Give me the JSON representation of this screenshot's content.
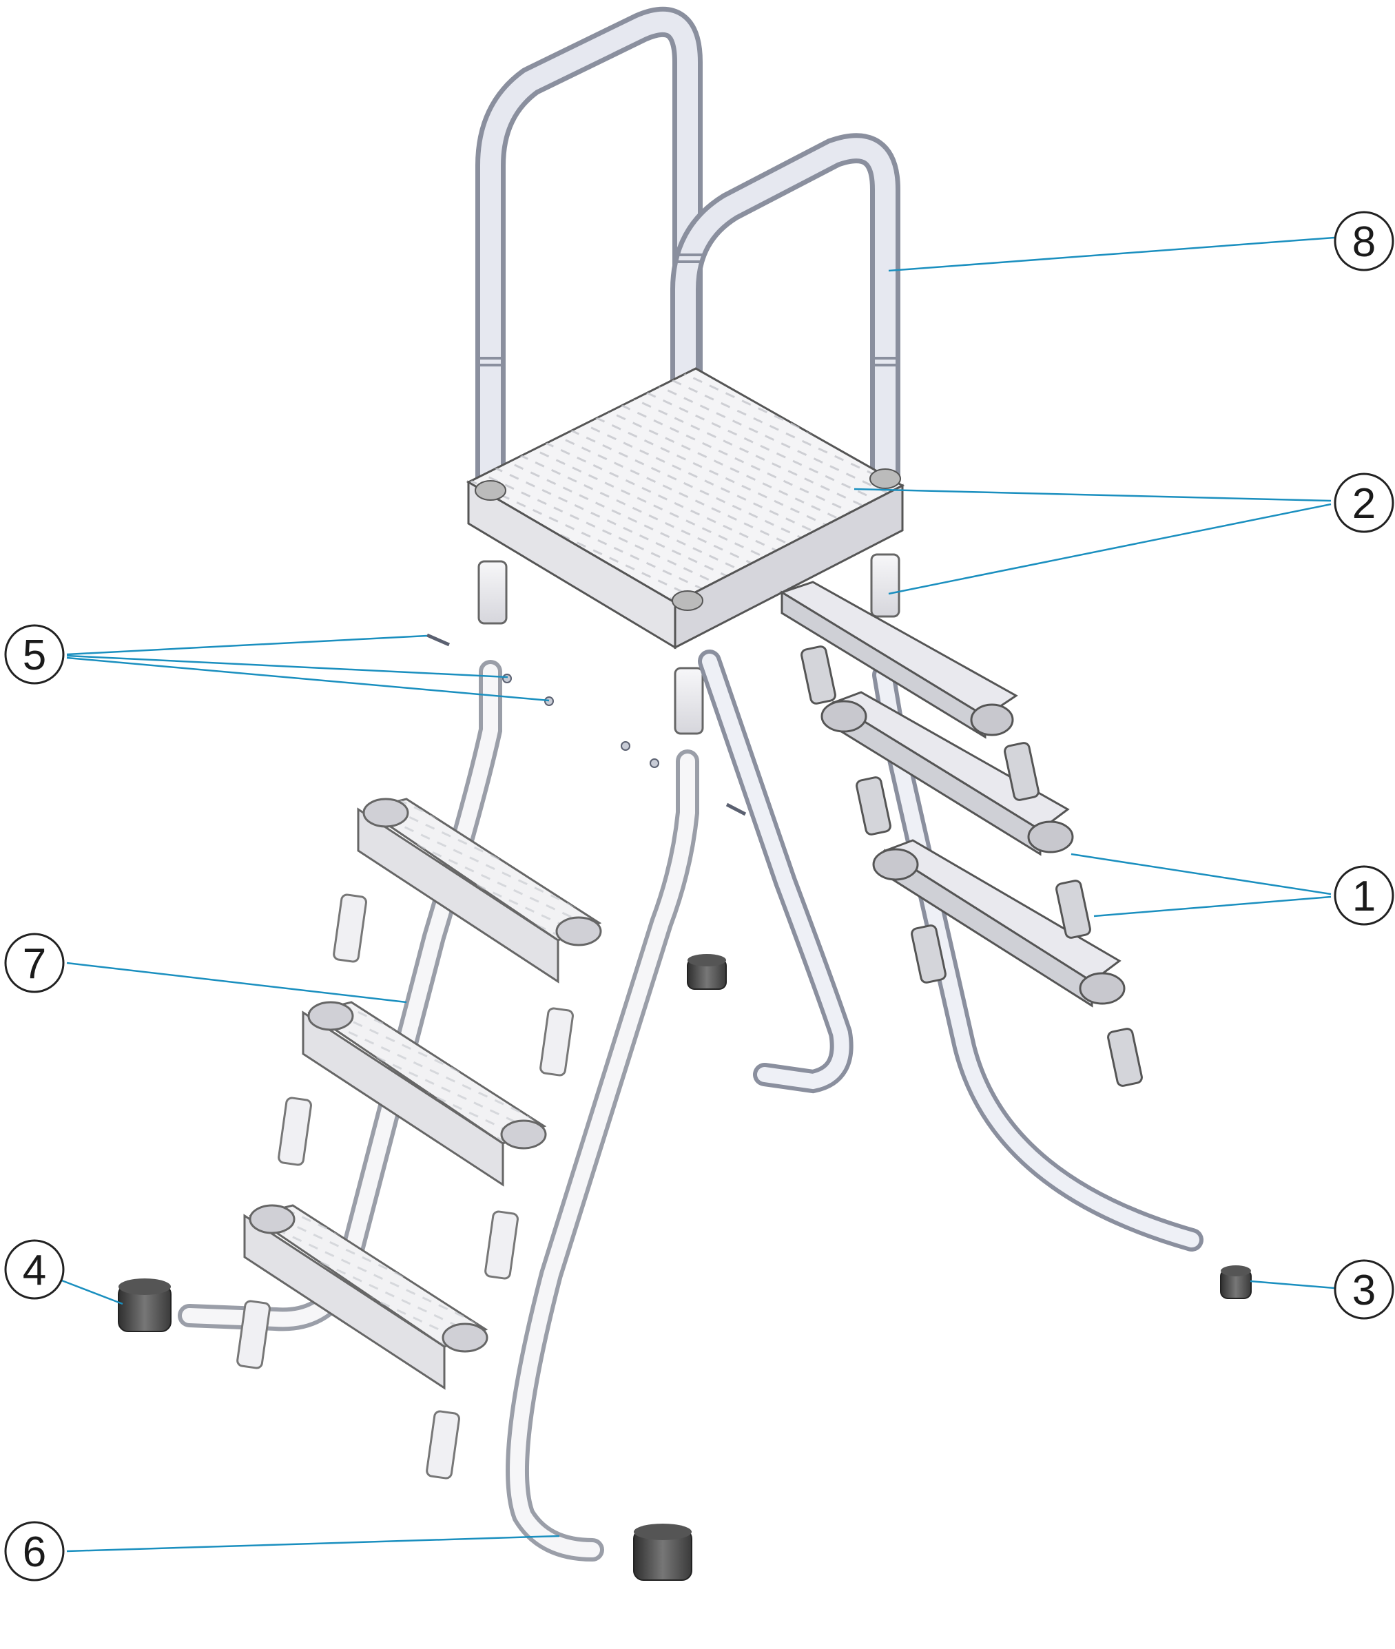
{
  "colors": {
    "leader": "#1a8fbf",
    "outline": "#555555",
    "plastic": "#f2f2f4",
    "plastic_shade": "#d9d9de",
    "steel": "#dde0ea",
    "steel_edge": "#8a8f9e",
    "rubber": "#4a4a4a"
  },
  "callouts": [
    {
      "id": "1",
      "label": "1"
    },
    {
      "id": "2",
      "label": "2"
    },
    {
      "id": "3",
      "label": "3"
    },
    {
      "id": "4",
      "label": "4"
    },
    {
      "id": "5",
      "label": "5"
    },
    {
      "id": "6",
      "label": "6"
    },
    {
      "id": "7",
      "label": "7"
    },
    {
      "id": "8",
      "label": "8"
    }
  ]
}
